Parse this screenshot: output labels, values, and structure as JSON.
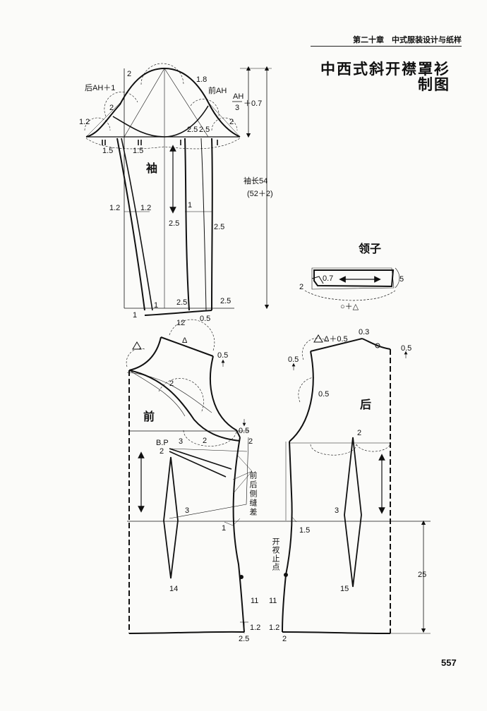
{
  "header": {
    "chapter": "第二十章　中式服装设计与纸样"
  },
  "title": {
    "line1": "中西式斜开襟罩衫",
    "line2": "制图"
  },
  "page_number": "557",
  "sleeve": {
    "name": "袖",
    "back_ah": "后AH＋1",
    "front_ah": "前AH",
    "formula_num": "AH",
    "formula_den": "3",
    "formula_add": "＋0.7",
    "length_label": "袖长54",
    "length_sub": "(52＋2)",
    "m_2_top": "2",
    "m_18": "1.8",
    "m_2_left": "2",
    "m_12_left": "1.2",
    "m_2_right": "2",
    "m_25a": "2.5",
    "m_25b": "2.5",
    "m_15a": "1.5",
    "m_15b": "1.5",
    "m_12a": "1.2",
    "m_12b": "1.2",
    "m_1_mid": "1",
    "m_25_mid_l": "2.5",
    "m_25_mid_r": "2.5",
    "m_25_bot_l": "2.5",
    "m_25_bot_r": "2.5",
    "m_1_bot_l": "1",
    "m_1_bot_r": "1",
    "m_12_bot": "12",
    "m_05_bot": "0.5"
  },
  "collar": {
    "name": "领子",
    "m_07": "0.7",
    "m_2": "2",
    "m_5": "5",
    "formula": "○＋△"
  },
  "front": {
    "name": "前",
    "triangle": "△",
    "neck_mark": "Δ",
    "m_05_shoulder": "0.5",
    "m_2_neck": "2",
    "m_05_arm": "0.5",
    "m_2_side_a": "2",
    "m_2_side_b": "2",
    "bp": "B.P",
    "m_2_bp": "2",
    "m_3_bp": "3",
    "side_diff": "前后侧缝差",
    "m_3_dart": "3",
    "m_1": "1",
    "m_14": "14",
    "m_11": "11",
    "m_12": "1.2",
    "m_25": "2.5"
  },
  "back": {
    "name": "后",
    "neck": "Δ＋0.5",
    "m_03": "0.3",
    "m_05_r": "0.5",
    "m_05_l": "0.5",
    "m_05_arm": "0.5",
    "m_2_dart": "2",
    "m_3_dart": "3",
    "m_15": "1.5",
    "slit": "开衩止点",
    "m_11": "11",
    "m_15_dart": "15",
    "m_12": "1.2",
    "m_2_hem": "2",
    "m_25": "25"
  }
}
